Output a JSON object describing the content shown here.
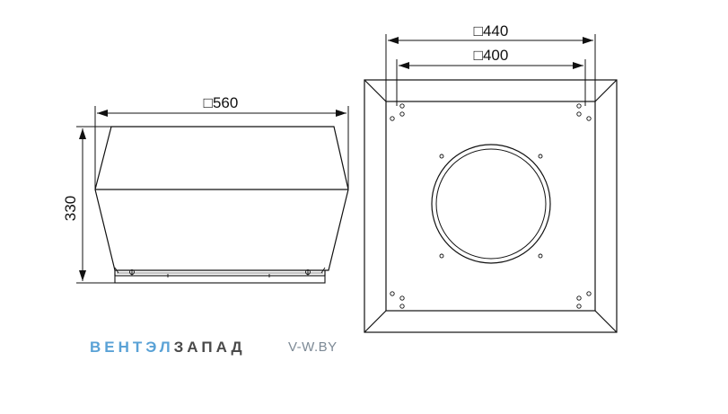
{
  "dimensions": {
    "side_width": "□560",
    "side_height": "330",
    "top_outer": "□440",
    "top_inner": "□400"
  },
  "branding": {
    "logo_part1": "ВЕНТЭЛ",
    "logo_part2": "ЗАПАД",
    "website": "V-W.BY"
  },
  "colors": {
    "line": "#111111",
    "brand_blue": "#5aa2d6",
    "brand_gray": "#4a4a4a",
    "website_gray": "#7d8a96"
  }
}
